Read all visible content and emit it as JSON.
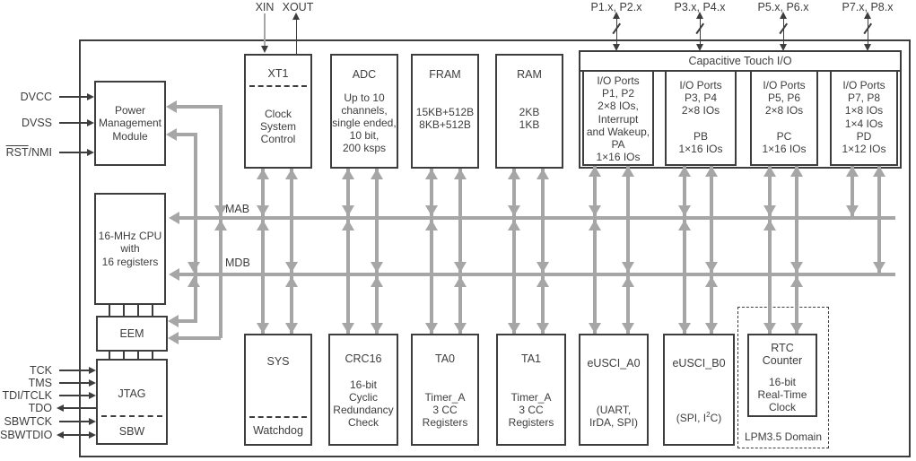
{
  "colors": {
    "wire_gray": "#a6a6a6",
    "line_dark": "#3d3d3d",
    "background": "#ffffff"
  },
  "buses": {
    "mab": "MAB",
    "mdb": "MDB"
  },
  "pins": {
    "xin": "XIN",
    "xout": "XOUT",
    "ports_top": [
      "P1.x, P2.x",
      "P3.x, P4.x",
      "P5.x, P6.x",
      "P7.x, P8.x"
    ],
    "dvcc": "DVCC",
    "dvss": "DVSS",
    "rst_overline": "RST",
    "rst_rest": "/NMI",
    "tck": "TCK",
    "tms": "TMS",
    "tdi": "TDI/TCLK",
    "tdo": "TDO",
    "sbwtck": "SBWTCK",
    "sbwtdio": "SBWTDIO"
  },
  "blocks": {
    "pmm": {
      "body": "Power\nManagement\nModule"
    },
    "xt1": {
      "title": "XT1",
      "body": "Clock\nSystem\nControl"
    },
    "adc": {
      "title": "ADC",
      "body": "Up to 10\nchannels,\nsingle ended,\n10 bit,\n200 ksps"
    },
    "fram": {
      "title": "FRAM",
      "body": "15KB+512B\n8KB+512B"
    },
    "ram": {
      "title": "RAM",
      "body": "2KB\n1KB"
    },
    "captouch": {
      "header": "Capacitive Touch I/O"
    },
    "ioports": [
      {
        "body": "I/O Ports\nP1, P2\n2×8 IOs,\nInterrupt\nand Wakeup,\nPA\n1×16 IOs"
      },
      {
        "body": "I/O Ports\nP3, P4\n2×8 IOs\n\nPB\n1×16 IOs"
      },
      {
        "body": "I/O Ports\nP5, P6\n2×8 IOs\n\nPC\n1×16 IOs"
      },
      {
        "body": "I/O Ports\nP7, P8\n1×8 IOs\n1×4 IOs\nPD\n1×12 IOs"
      }
    ],
    "cpu": {
      "body": "16-MHz CPU\nwith\n16 registers"
    },
    "eem": {
      "title": "EEM"
    },
    "jtag": {
      "title": "JTAG",
      "sub": "SBW"
    },
    "sys": {
      "title": "SYS",
      "sub": "Watchdog"
    },
    "crc": {
      "title": "CRC16",
      "body": "16-bit\nCyclic\nRedundancy\nCheck"
    },
    "ta0": {
      "title": "TA0",
      "body": "Timer_A\n3 CC\nRegisters"
    },
    "ta1": {
      "title": "TA1",
      "body": "Timer_A\n3 CC\nRegisters"
    },
    "eusci_a0": {
      "title": "eUSCI_A0",
      "body": "(UART,\nIrDA, SPI)"
    },
    "eusci_b0": {
      "title": "eUSCI_B0",
      "body_pre": "(SPI, I",
      "body_sup": "2",
      "body_post": "C)"
    },
    "rtc": {
      "title": "RTC\nCounter",
      "body": "16-bit\nReal-Time\nClock"
    },
    "lpm_domain": {
      "label": "LPM3.5 Domain"
    }
  }
}
